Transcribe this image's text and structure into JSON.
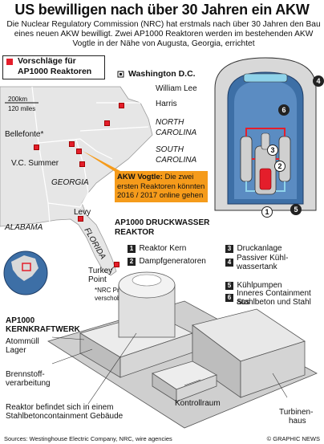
{
  "title": "US bewilligen nach über 30 Jahren ein AKW",
  "intro": "Die Nuclear Regulatory Commission (NRC) hat erstmals nach über 30 Jahren den Bau eines neuen AKW bewilligt.  Zwei AP1000 Reaktoren werden im bestehenden AKW Vogtle in der Nähe von Augusta, Georgia, errichtet",
  "legend": {
    "label": "Vorschläge für AP1000 Reaktoren",
    "color": "#e41e2b"
  },
  "map": {
    "capital": "Washington D.C.",
    "scale_km": "200km",
    "scale_miles": "120 miles",
    "states": [
      "NORTH CAROLINA",
      "SOUTH CAROLINA",
      "GEORGIA",
      "ALABAMA",
      "FLORIDA"
    ],
    "north_carolina_1": "NORTH",
    "north_carolina_2": "CAROLINA",
    "south_carolina_1": "SOUTH",
    "south_carolina_2": "CAROLINA",
    "sites": {
      "william_lee": "William Lee",
      "harris": "Harris",
      "bellefonte": "Bellefonte*",
      "vc_summer": "V.C. Summer",
      "levy": "Levy",
      "turkey_point_1": "Turkey",
      "turkey_point_2": "Point"
    },
    "nrc_note_1": "*NRC Prüfung",
    "nrc_note_2": "verschoben"
  },
  "callout": {
    "name": "AKW Vogtle:",
    "text": " Die zwei ersten Reaktoren könnten 2016 / 2017 online gehen"
  },
  "reactor": {
    "title_1": "AP1000 DRUCKWASSER",
    "title_2": "REAKTOR",
    "components": [
      {
        "num": "1",
        "label": "Reaktor Kern"
      },
      {
        "num": "2",
        "label": "Dampfgeneratoren"
      },
      {
        "num": "3",
        "label": "Druckanlage"
      },
      {
        "num": "4",
        "label": "Passiver Kühl-wassertank"
      },
      {
        "num": "5",
        "label": "Kühlpumpen"
      },
      {
        "num": "6",
        "label": "Inneres Containment aus Stahlbeton und Stahl"
      }
    ],
    "comp4_1": "Passiver Kühl-",
    "comp4_2": "wassertank",
    "comp6_1": "Inneres Containment aus",
    "comp6_2": "Stahlbeton und Stahl"
  },
  "plant": {
    "title_1": "AP1000",
    "title_2": "KERNKRAFTWERK",
    "atommuell_1": "Atommüll",
    "atommuell_2": "Lager",
    "brenn_1": "Brennstoff-",
    "brenn_2": "verarbeitung",
    "reaktor_1": "Reaktor befindet sich in einem",
    "reaktor_2": "Stahlbetoncontainment Gebäude",
    "kontrollraum": "Kontrollraum",
    "turbinen_1": "Turbinen-",
    "turbinen_2": "haus"
  },
  "footer": {
    "sources": "Sources: Westinghouse Electric Company, NRC, wire agencies",
    "credit": "© GRAPHIC NEWS"
  },
  "colors": {
    "site_red": "#e41e2b",
    "callout_orange": "#f59b1b",
    "land": "#e9e9e9",
    "water": "#ffffff",
    "containment_blue": "#3d6fa6"
  }
}
